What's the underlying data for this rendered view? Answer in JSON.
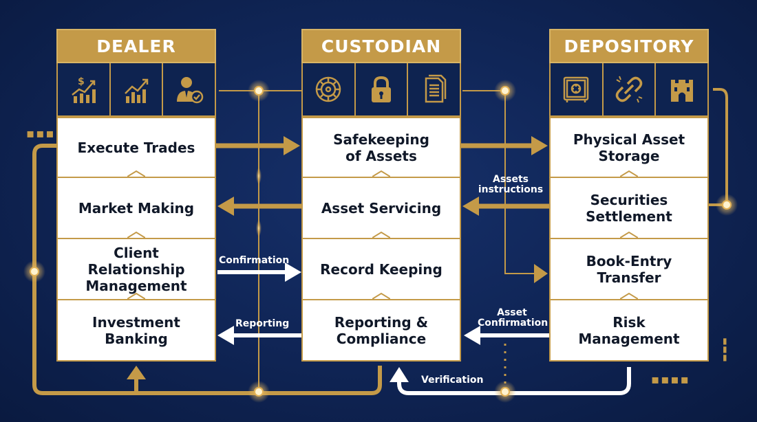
{
  "columns": [
    {
      "title": "DEALER",
      "icons": [
        "dollar-growth-chart-icon",
        "growth-chart-icon",
        "businessman-check-icon"
      ],
      "rows": [
        "Execute Trades",
        "Market Making",
        "Client Relationship Management",
        "Investment Banking"
      ]
    },
    {
      "title": "CUSTODIAN",
      "icons": [
        "vault-dial-icon",
        "padlock-icon",
        "documents-icon"
      ],
      "rows": [
        "Safekeeping of Assets",
        "Asset Servicing",
        "Record Keeping",
        "Reporting & Compliance"
      ]
    },
    {
      "title": "DEPOSITORY",
      "icons": [
        "safe-icon",
        "chain-link-icon",
        "castle-icon"
      ],
      "rows": [
        "Physical Asset Storage",
        "Securities Settlement",
        "Book-Entry Transfer",
        "Risk Management"
      ]
    }
  ],
  "flow_labels": {
    "assets_instructions": "Assets instructions",
    "confirmation": "Confirmation",
    "reporting": "Reporting",
    "asset_confirmation": "Asset Confirmation",
    "verification": "Verification"
  },
  "colors": {
    "background": "#0f2454",
    "gold": "#c49a48",
    "white": "#ffffff",
    "text_dark": "#101828"
  }
}
